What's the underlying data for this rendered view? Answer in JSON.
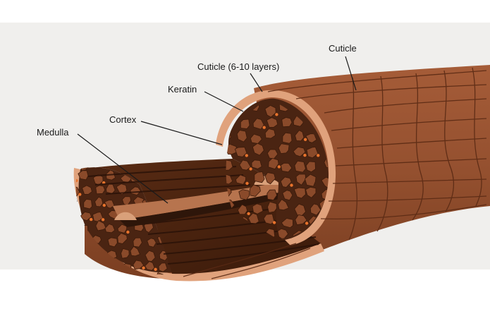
{
  "diagram": {
    "labels": {
      "cuticle": "Cuticle",
      "cuticle_layers": "Cuticle (6-10 layers)",
      "keratin": "Keratin",
      "cortex": "Cortex",
      "medulla": "Medulla"
    },
    "colors": {
      "background_band": "#f0efed",
      "cuticle_outer": "#e0a27c",
      "hair_surface": "#9a5433",
      "hair_dark": "#6e3519",
      "groove": "#5a2a14",
      "cortex_fill": "#4a2412",
      "cell_fill": "#8a4a2a",
      "cell_gap": "#e8732c",
      "medulla_light": "#b7744e",
      "medulla_dark": "#2e160a",
      "leader_line": "#1a1a1a"
    }
  }
}
